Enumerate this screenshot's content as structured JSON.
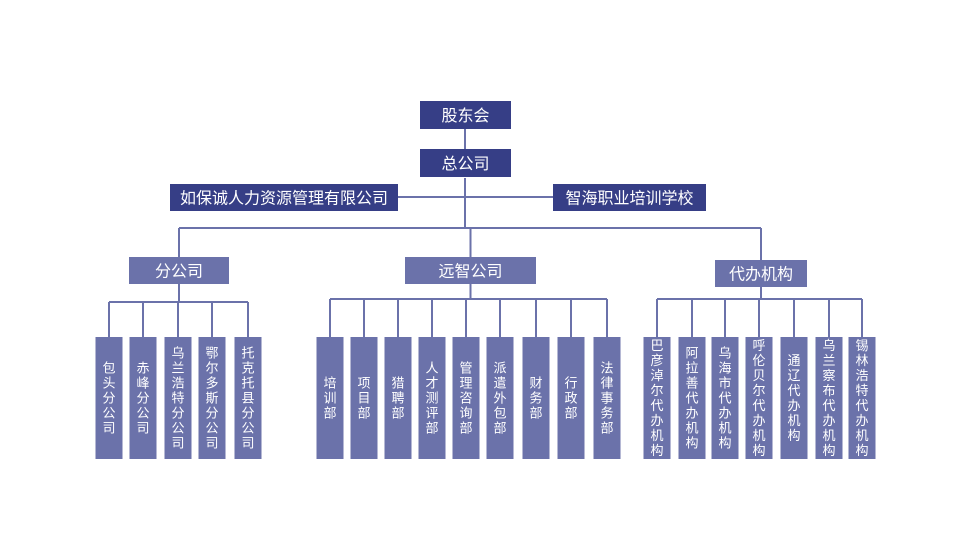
{
  "colors": {
    "dark": "#363e86",
    "mid": "#6b72aa",
    "line": "#6b72aa",
    "text": "#ffffff"
  },
  "top": {
    "shareholders": "股东会",
    "headquarters": "总公司"
  },
  "affiliates": {
    "left": "如保诚人力资源管理有限公司",
    "right": "智海职业培训学校"
  },
  "groups": [
    {
      "label": "分公司",
      "children": [
        "包头分公司",
        "赤峰分公司",
        "乌兰浩特分公司",
        "鄂尔多斯分公司",
        "托克托县分公司"
      ]
    },
    {
      "label": "远智公司",
      "children": [
        "培训部",
        "项目部",
        "猎聘部",
        "人才测评部",
        "管理咨询部",
        "派遣外包部",
        "财务部",
        "行政部",
        "法律事务部"
      ]
    },
    {
      "label": "代办机构",
      "children": [
        "巴彦淖尔代办机构",
        "阿拉善代办机构",
        "乌海市代办机构",
        "呼伦贝尔代办机构",
        "通辽代办机构",
        "乌兰察布代办机构",
        "锡林浩特代办机构"
      ]
    }
  ]
}
